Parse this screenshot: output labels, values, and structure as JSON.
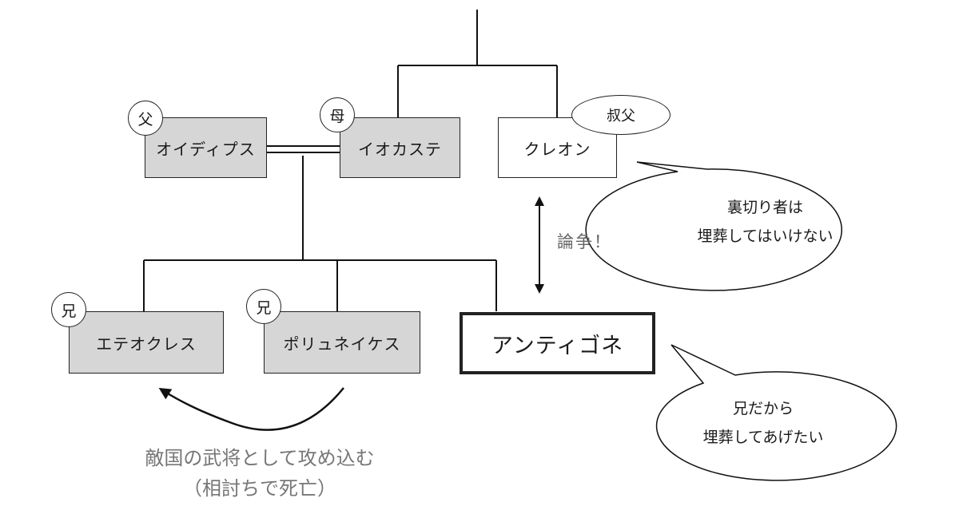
{
  "people": {
    "oedipus": {
      "name": "オイディプス",
      "badge": "父"
    },
    "jocasta": {
      "name": "イオカステ",
      "badge": "母"
    },
    "creon": {
      "name": "クレオン",
      "badge": "叔父"
    },
    "eteocles": {
      "name": "エテオクレス",
      "badge": "兄"
    },
    "polynices": {
      "name": "ポリュネイケス",
      "badge": "兄"
    },
    "antigone": {
      "name": "アンティゴネ"
    }
  },
  "dispute_label": "論争！",
  "creon_speech": [
    "裏切り者は",
    "埋葬してはいけない"
  ],
  "antigone_speech": [
    "兄だから",
    "埋葬してあげたい"
  ],
  "battle_caption": [
    "敵国の武将として攻め込む",
    "（相討ちで死亡）"
  ]
}
